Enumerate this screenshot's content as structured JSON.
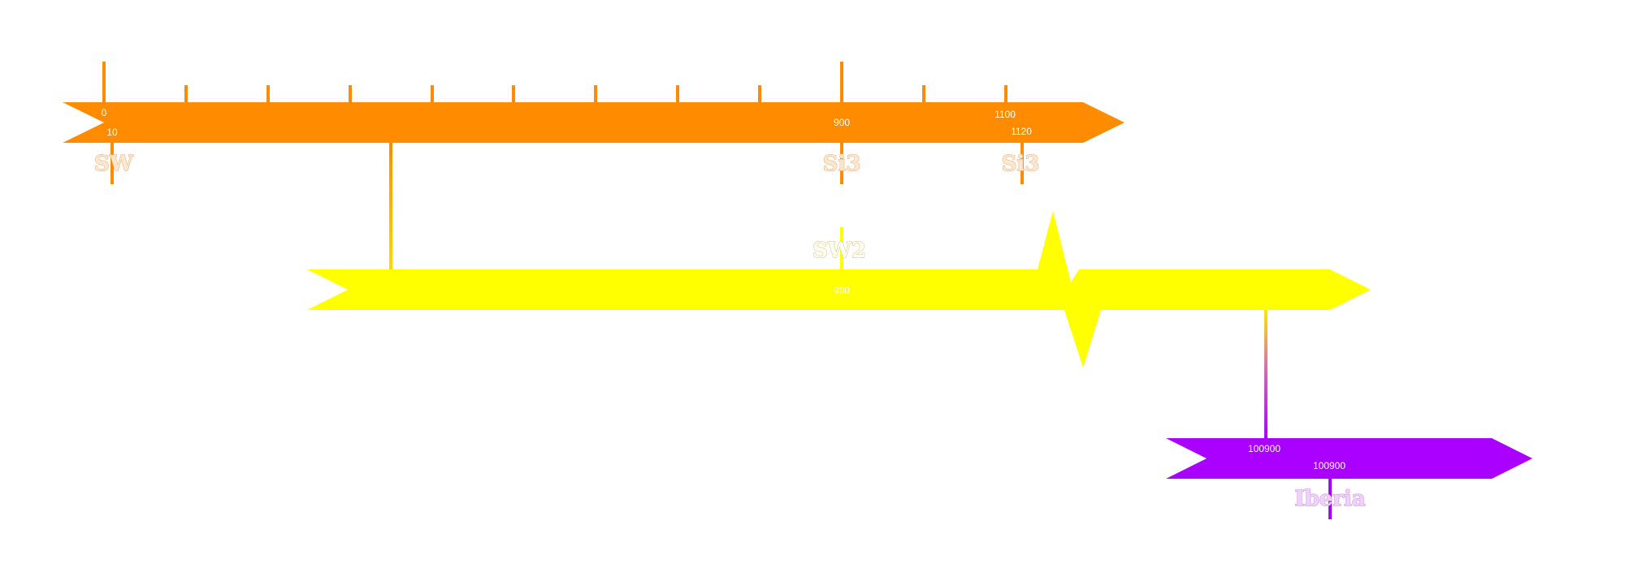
{
  "diagram": {
    "colors": {
      "orange": "#FF8C00",
      "yellow": "#FFFF00",
      "purple": "#AA00FF",
      "orange_label_fill": "#ffe7cf",
      "yellow_label_fill": "#fffef0",
      "purple_label_fill": "#f1d0ff"
    },
    "bars": [
      {
        "id": "orange",
        "labels": {
          "start_top": "0",
          "start_bottom": "10",
          "mid": "900",
          "end_top": "1100",
          "end_bottom": "1120"
        },
        "names": {
          "start": "SW",
          "mid": "Si3",
          "end": "Si3"
        }
      },
      {
        "id": "yellow",
        "labels": {
          "mid": "900"
        },
        "names": {
          "mid": "SW2"
        }
      },
      {
        "id": "purple",
        "labels": {
          "start": "100900",
          "end": "100900"
        },
        "names": {
          "end": "Iberia"
        }
      }
    ]
  }
}
